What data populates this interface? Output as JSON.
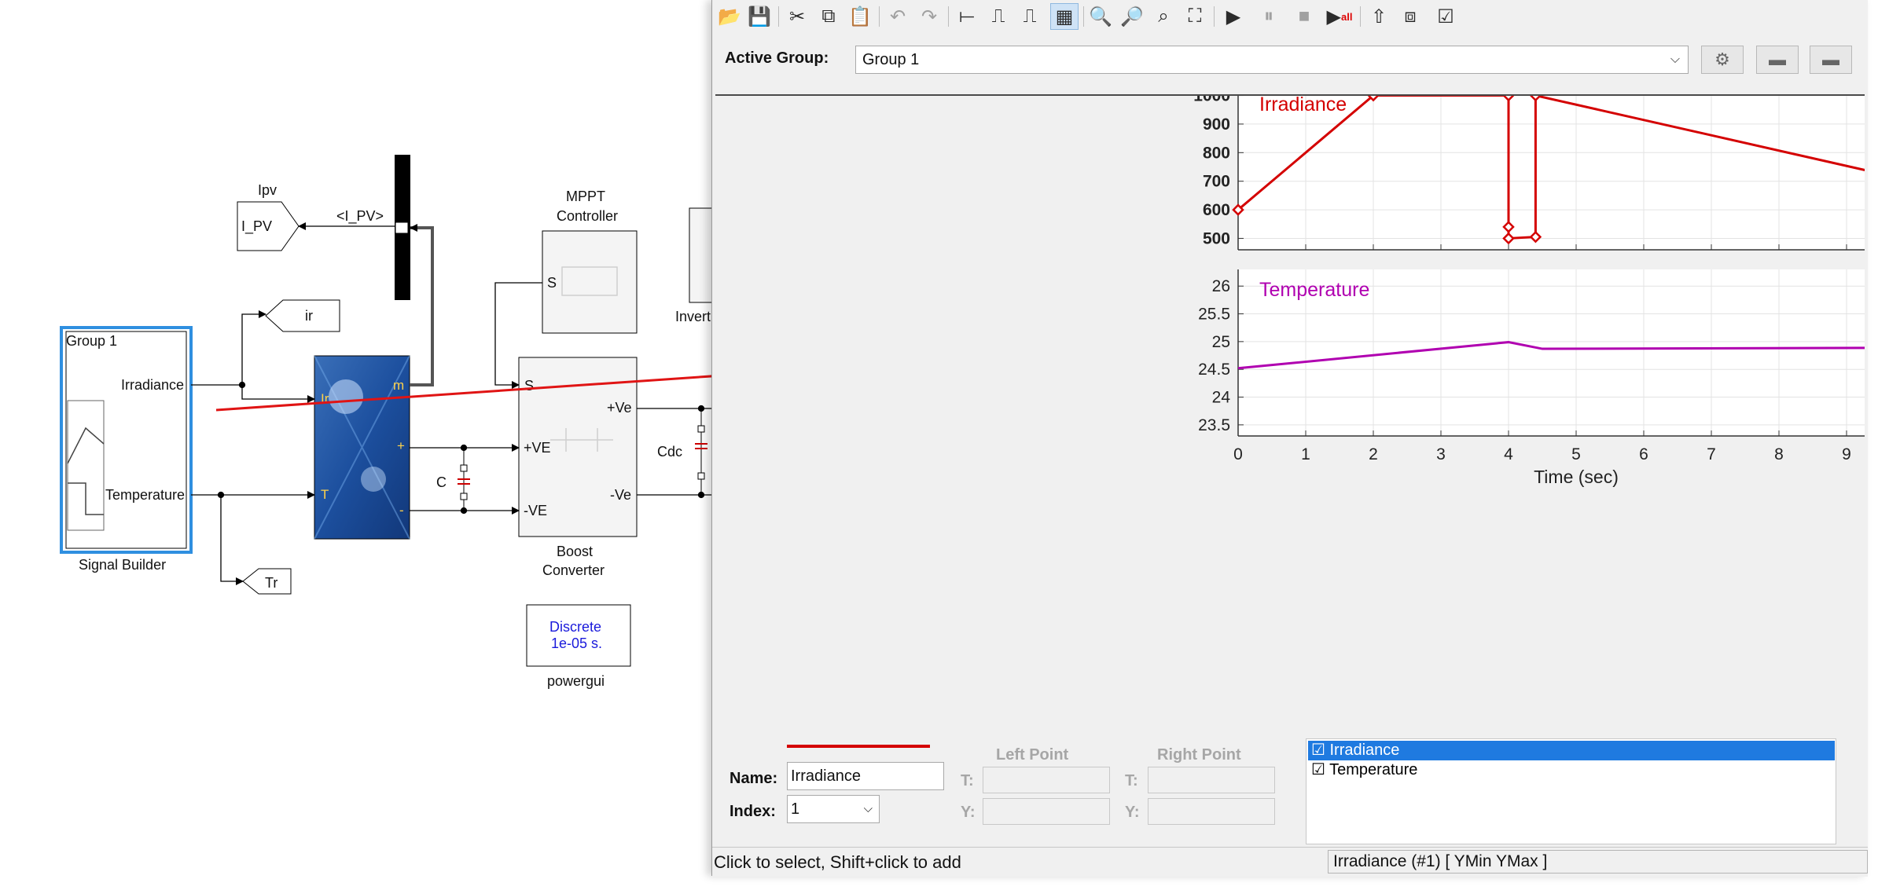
{
  "model": {
    "signal_builder": {
      "group": "Group 1",
      "port1": "Irradiance",
      "port2": "Temperature",
      "caption": "Signal Builder"
    },
    "goto_ipv": {
      "caption": "Ipv",
      "text": "I_PV"
    },
    "goto_ir": {
      "text": "ir"
    },
    "goto_tr": {
      "text": "Tr"
    },
    "bus_signal": "<I_PV>",
    "pv": {
      "ir": "Ir",
      "t": "T",
      "m": "m",
      "plus": "+",
      "minus": "-"
    },
    "mppt": {
      "title_line1": "MPPT",
      "title_line2": "Controller",
      "port": "S"
    },
    "boost": {
      "port_s": "S",
      "port_vep": "+VE",
      "port_ven": "-VE",
      "out_vep": "+Ve",
      "out_ven": "-Ve",
      "caption_line1": "Boost",
      "caption_line2": "Converter"
    },
    "cap_c": "C",
    "cap_cdc": "Cdc",
    "inverter_partial": "Invert",
    "powergui": {
      "line1": "Discrete",
      "line2": "1e-05 s.",
      "caption": "powergui"
    }
  },
  "toolbar": {
    "icons": [
      "open-icon",
      "save-icon",
      "cut-icon",
      "copy-icon",
      "paste-icon",
      "undo-icon",
      "redo-icon",
      "line-icon",
      "step-icon",
      "pulse-icon",
      "grid-icon",
      "zoom-t-icon",
      "zoom-y-icon",
      "zoom-box-icon",
      "fit-icon",
      "run-icon",
      "pause-icon",
      "stop-icon",
      "run-all-icon",
      "up-icon",
      "export-icon",
      "report-icon"
    ],
    "run_all_badge": "all"
  },
  "active_group": {
    "label": "Active Group:",
    "value": "Group 1"
  },
  "chart_data": [
    {
      "type": "line",
      "series": [
        {
          "name": "Irradiance",
          "color": "#d40000",
          "x": [
            0,
            2,
            4,
            4,
            4,
            4.4,
            4.4,
            10
          ],
          "y": [
            600,
            1000,
            1000,
            540,
            500,
            505,
            1000,
            700
          ]
        }
      ],
      "xlim": [
        0,
        10
      ],
      "ylim": [
        460,
        1040
      ],
      "yticks": [
        "500",
        "600",
        "700",
        "800",
        "900",
        "1000"
      ],
      "grid": true
    },
    {
      "type": "line",
      "series": [
        {
          "name": "Temperature",
          "color": "#b000b0",
          "x": [
            0,
            4,
            4.5,
            10
          ],
          "y": [
            24.52,
            24.99,
            24.87,
            24.89
          ]
        }
      ],
      "xlim": [
        0,
        10
      ],
      "ylim": [
        23.3,
        26.3
      ],
      "yticks": [
        "23.5",
        "24",
        "24.5",
        "25",
        "25.5",
        "26"
      ],
      "xticks": [
        "0",
        "1",
        "2",
        "3",
        "4",
        "5",
        "6",
        "7",
        "8",
        "9",
        "10"
      ],
      "xlabel": "Time (sec)",
      "grid": true
    }
  ],
  "editor": {
    "name_label": "Name:",
    "name_value": "Irradiance",
    "index_label": "Index:",
    "index_value": "1",
    "left_point": "Left Point",
    "right_point": "Right Point",
    "t_label": "T:",
    "y_label": "Y:",
    "line_color": "#d40000"
  },
  "signal_list": [
    "☑ Irradiance",
    "☑ Temperature"
  ],
  "status": {
    "left": "Click to select, Shift+click to add",
    "right": "Irradiance (#1)  [ YMin YMax ]"
  }
}
